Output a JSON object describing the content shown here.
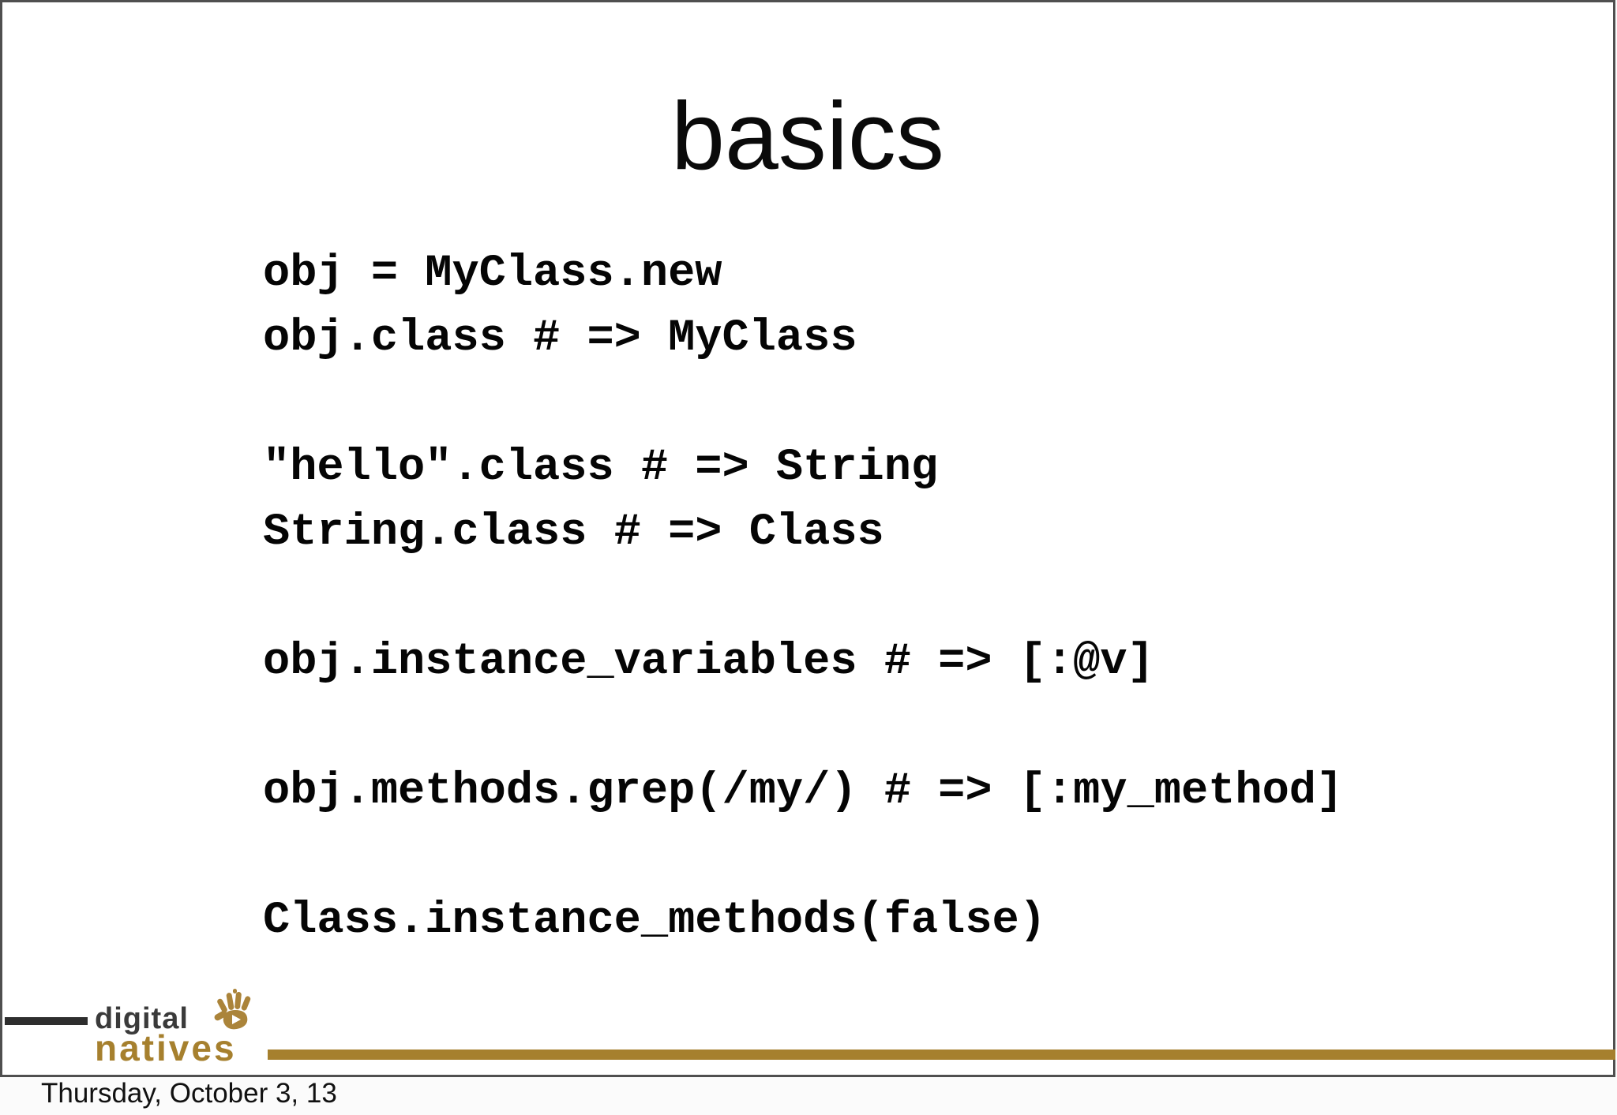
{
  "slide": {
    "title": "basics",
    "code_lines": [
      "obj = MyClass.new",
      "obj.class # => MyClass",
      "",
      "\"hello\".class # => String",
      "String.class # => Class",
      "",
      "obj.instance_variables # => [:@v]",
      "",
      "obj.methods.grep(/my/) # => [:my_method]",
      "",
      "Class.instance_methods(false)"
    ]
  },
  "logo": {
    "word_top": "digital",
    "word_bottom": "natives",
    "hand_icon": "hand-with-play-triangle-icon"
  },
  "footer": {
    "date": "Thursday, October 3, 13"
  },
  "colors": {
    "gold_accent": "#a6802e",
    "hand_gold": "#ab843a",
    "logo_dark": "#3a3a3a",
    "left_rule_dark": "#2e2e2e",
    "slide_border": "#4f4f4f",
    "text": "#050505",
    "background": "#ffffff"
  }
}
